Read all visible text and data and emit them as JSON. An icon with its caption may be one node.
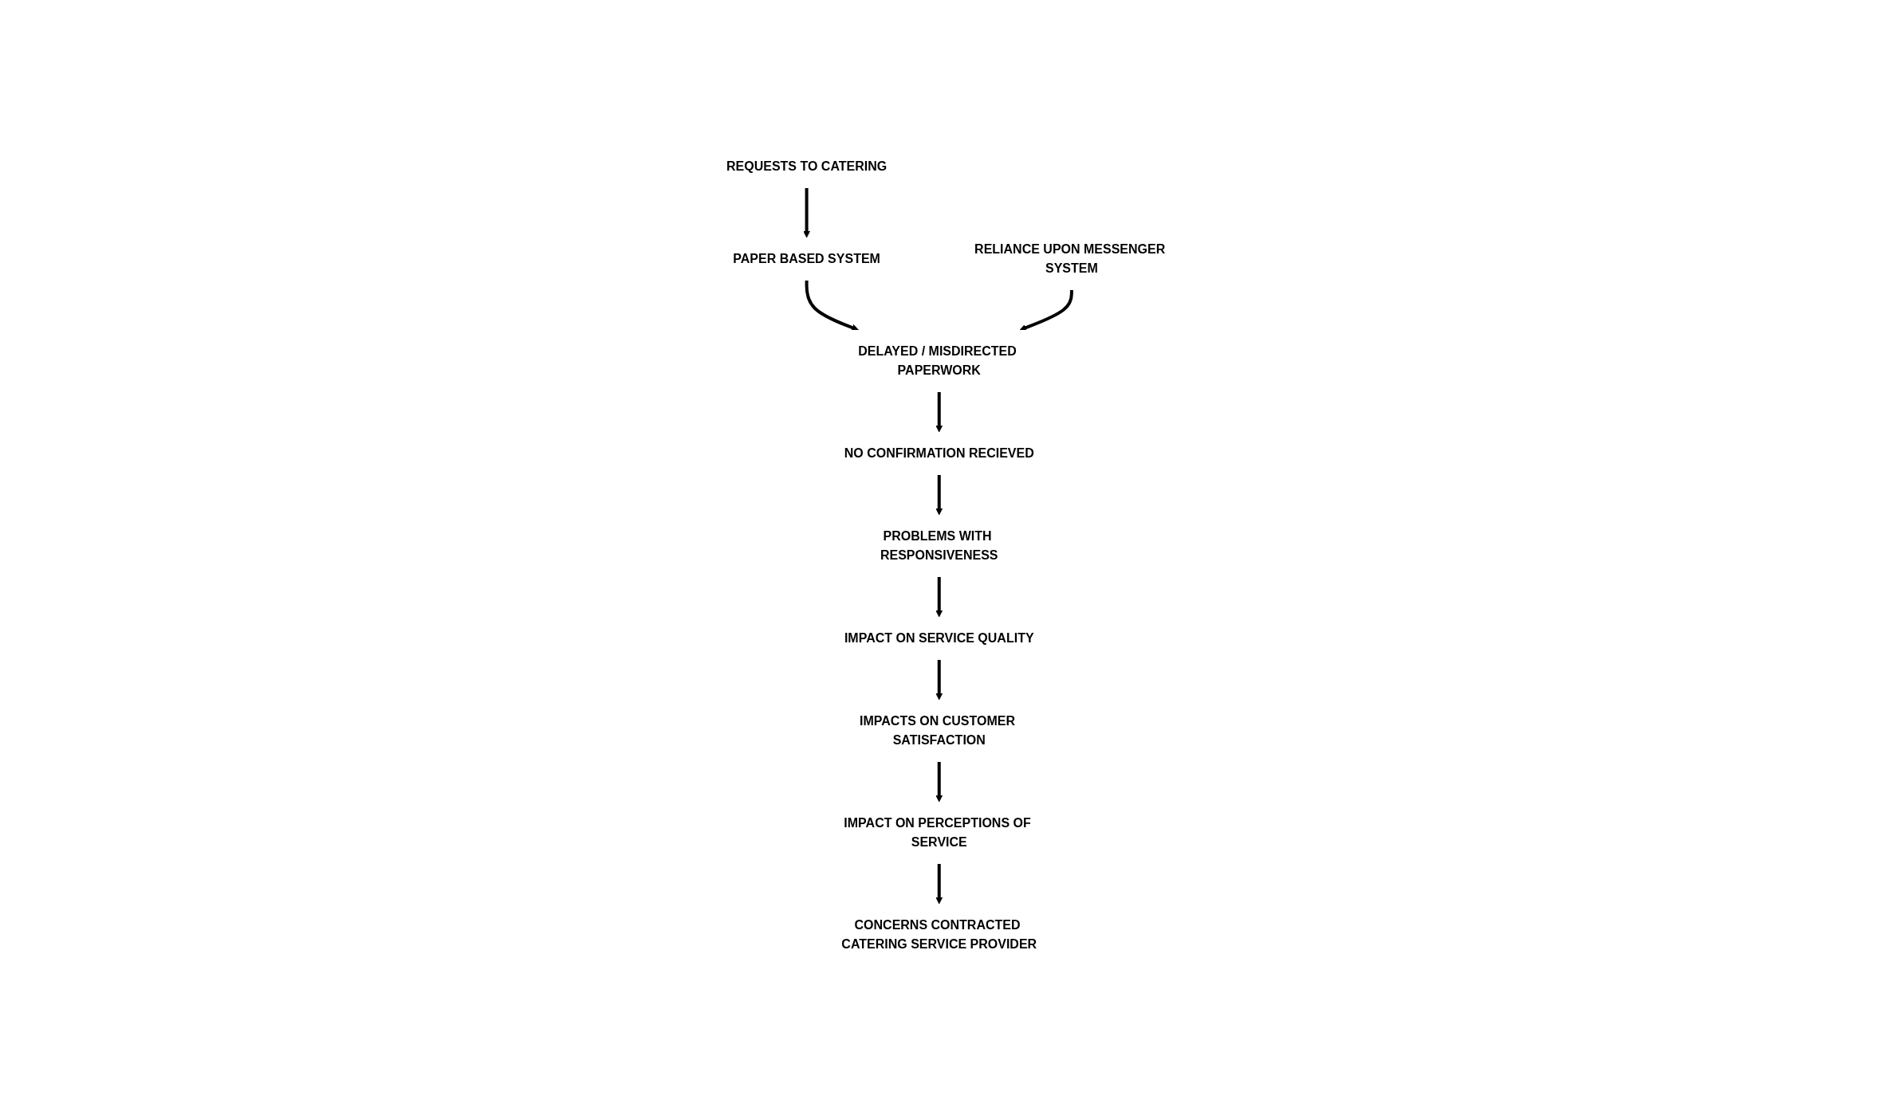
{
  "diagram": {
    "nodes": [
      {
        "text": [
          "REQUESTS TO CATERING"
        ]
      },
      {
        "text": [
          "RELIANCE UPON MESSENGER SYSTEM"
        ]
      },
      {
        "text": [
          "CONCERNS CONTRACTED CATERING SERVICE PROVIDER"
        ]
      },
      {
        "text": [
          "PAPER BASED SYSTEM"
        ]
      },
      {
        "text": [
          "DELAYED / MISDIRECTED PAPERWORK"
        ]
      },
      {
        "text": [
          "IMPACT ON PERCEPTIONS OF SERVICE"
        ]
      },
      {
        "text": [
          "NO CONFIRMATION RECIEVED"
        ]
      },
      {
        "text": [
          "IMPACTS ON CUSTOMER SATISFACTION"
        ]
      },
      {
        "text": [
          "PROBLEMS WITH RESPONSIVENESS"
        ]
      },
      {
        "text": [
          "IMPACT ON SERVICE QUALITY"
        ]
      }
    ],
    "edges": [
      {
        "from": 0,
        "to": 3,
        "arrow": "to"
      },
      {
        "from": 3,
        "to": 4,
        "arrow": "to"
      },
      {
        "from": 1,
        "to": 4,
        "arrow": "to"
      },
      {
        "from": 4,
        "to": 6,
        "arrow": "to"
      },
      {
        "from": 6,
        "to": 8,
        "arrow": "to"
      },
      {
        "from": 8,
        "to": 9,
        "arrow": "to"
      },
      {
        "from": 9,
        "to": 7,
        "arrow": "to"
      },
      {
        "from": 7,
        "to": 5,
        "arrow": "to"
      },
      {
        "from": 5,
        "to": 2,
        "arrow": "to"
      }
    ]
  }
}
